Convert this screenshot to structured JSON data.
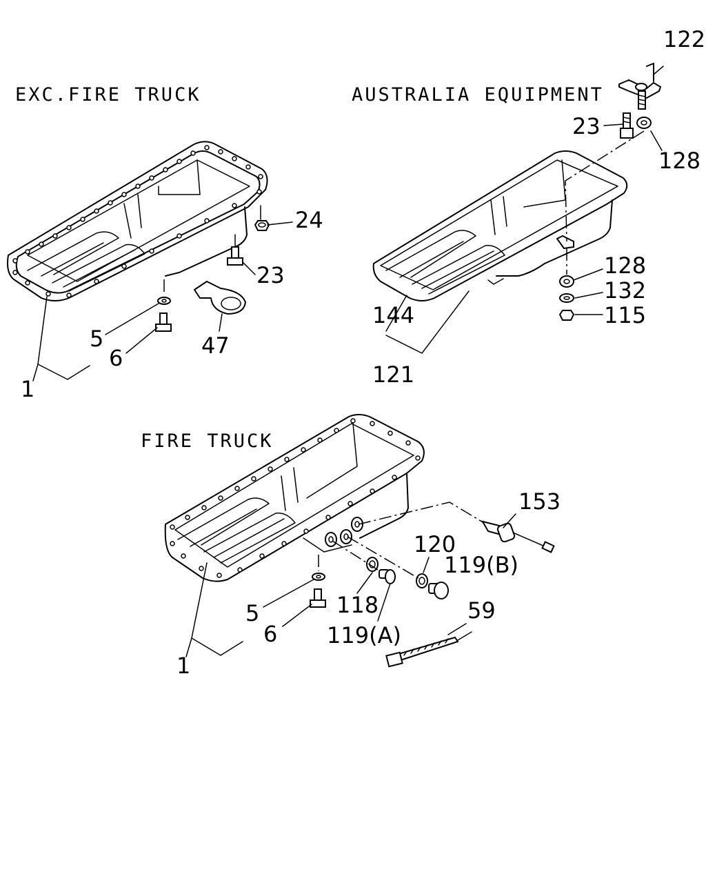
{
  "sections": {
    "exc_fire_truck": "EXC.FIRE TRUCK",
    "australia": "AUSTRALIA EQUIPMENT",
    "fire_truck": "FIRE TRUCK"
  },
  "callouts": {
    "a_1": "1",
    "a_5": "5",
    "a_6": "6",
    "a_23": "23",
    "a_24": "24",
    "a_47": "47",
    "b_122": "122",
    "b_23": "23",
    "b_128_top": "128",
    "b_128_mid": "128",
    "b_132": "132",
    "b_115": "115",
    "b_144": "144",
    "b_121": "121",
    "c_153": "153",
    "c_120": "120",
    "c_119b": "119(B)",
    "c_118": "118",
    "c_119a": "119(A)",
    "c_59": "59",
    "c_5": "5",
    "c_6": "6",
    "c_1": "1"
  }
}
